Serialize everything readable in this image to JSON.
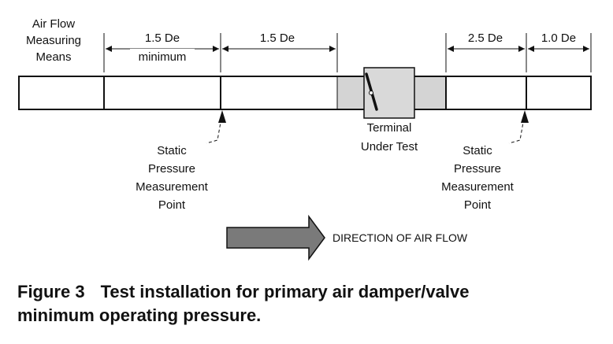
{
  "diagram": {
    "segment_labels": {
      "airflow_means": [
        "Air Flow",
        "Measuring",
        "Means"
      ],
      "upstream_1": [
        "1.5 De",
        "minimum"
      ],
      "upstream_2": "1.5 De",
      "downstream_1": "2.5 De",
      "downstream_2": "1.0 De"
    },
    "terminal_label": [
      "Terminal",
      "Under Test"
    ],
    "static_point_left": [
      "Static",
      "Pressure",
      "Measurement",
      "Point"
    ],
    "static_point_right": [
      "Static",
      "Pressure",
      "Measurement",
      "Point"
    ],
    "flow_label": "DIRECTION OF AIR FLOW",
    "colors": {
      "line": "#111111",
      "terminal_fill": "#d4d4d4",
      "arrow_fill": "#7a7a7a"
    }
  },
  "caption": {
    "figure_number": "Figure 3",
    "text_line1": "Test installation for primary air damper/valve",
    "text_line2": "minimum operating pressure."
  }
}
